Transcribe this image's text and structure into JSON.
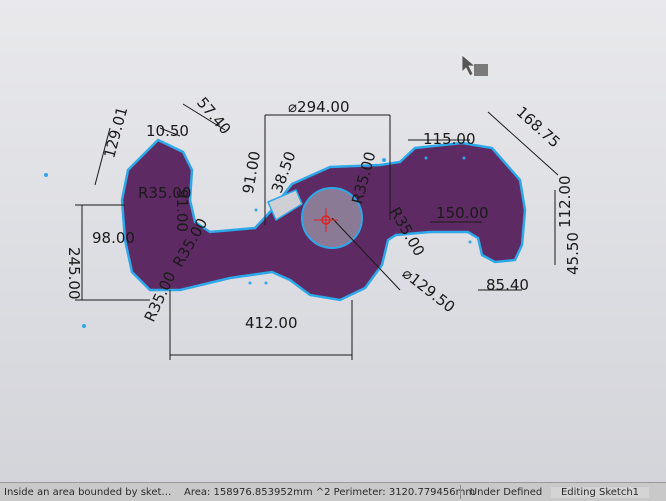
{
  "dimensions": {
    "d129_01": "129.01",
    "d10_50": "10.50",
    "d57_40": "57.40",
    "dia294": "⌀294.00",
    "d115": "115.00",
    "d168_75": "168.75",
    "r35_a": "R35.00",
    "d91_a": "91.00",
    "d91_b": "91.00",
    "d38_50": "38.50",
    "r35_b": "R35.00",
    "d98": "98.00",
    "d245": "245.00",
    "r35_c": "R35.00",
    "d150": "150.00",
    "d112": "112.00",
    "r35_d": "R35.00",
    "d45_50": "45.50",
    "d85_40": "85.40",
    "r35_e": "R35.00",
    "d412": "412.00",
    "dia129": "⌀129.50"
  },
  "status": {
    "hint": "Inside an area bounded by sketch...",
    "area": "Area: 158976.853952mm ^2 Perimeter: 3120.779456mm",
    "state": "Under Defined",
    "editing": "Editing Sketch1"
  },
  "colors": {
    "fill": "#5e2a63",
    "edge": "#2ea8e8",
    "dimension": "#1a1a1a",
    "origin": "#e02020"
  },
  "icons": [
    "cursor-arrow-icon",
    "origin-icon"
  ]
}
